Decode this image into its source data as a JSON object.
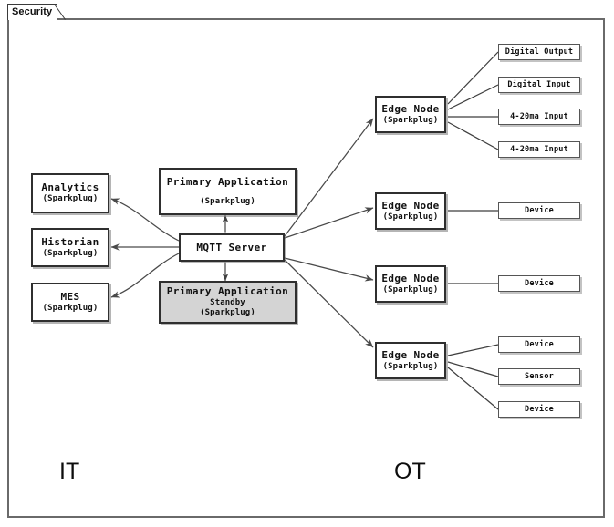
{
  "boundary": {
    "tab_label": "Security"
  },
  "zones": {
    "it": "IT",
    "ot": "OT"
  },
  "broker": {
    "label": "MQTT Server"
  },
  "it_applications": [
    {
      "name": "Analytics",
      "protocol": "(Sparkplug)"
    },
    {
      "name": "Historian",
      "protocol": "(Sparkplug)"
    },
    {
      "name": "MES",
      "protocol": "(Sparkplug)"
    }
  ],
  "primary_applications": [
    {
      "name": "Primary Application",
      "state": "",
      "protocol": "(Sparkplug)",
      "standby": false
    },
    {
      "name": "Primary Application",
      "state": "Standby",
      "protocol": "(Sparkplug)",
      "standby": true
    }
  ],
  "edge_nodes": [
    {
      "name": "Edge Node",
      "protocol": "(Sparkplug)",
      "devices": [
        "Digital Output",
        "Digital Input",
        "4-20ma Input",
        "4-20ma Input"
      ]
    },
    {
      "name": "Edge Node",
      "protocol": "(Sparkplug)",
      "devices": [
        "Device"
      ]
    },
    {
      "name": "Edge Node",
      "protocol": "(Sparkplug)",
      "devices": [
        "Device"
      ]
    },
    {
      "name": "Edge Node",
      "protocol": "(Sparkplug)",
      "devices": [
        "Device",
        "Sensor",
        "Device"
      ]
    }
  ],
  "colors": {
    "standby_fill": "#d4d4d4",
    "node_stroke": "#2f2f2f",
    "frame_stroke": "#6a6a6a",
    "wire": "#4a4a4a",
    "background": "#ffffff"
  }
}
